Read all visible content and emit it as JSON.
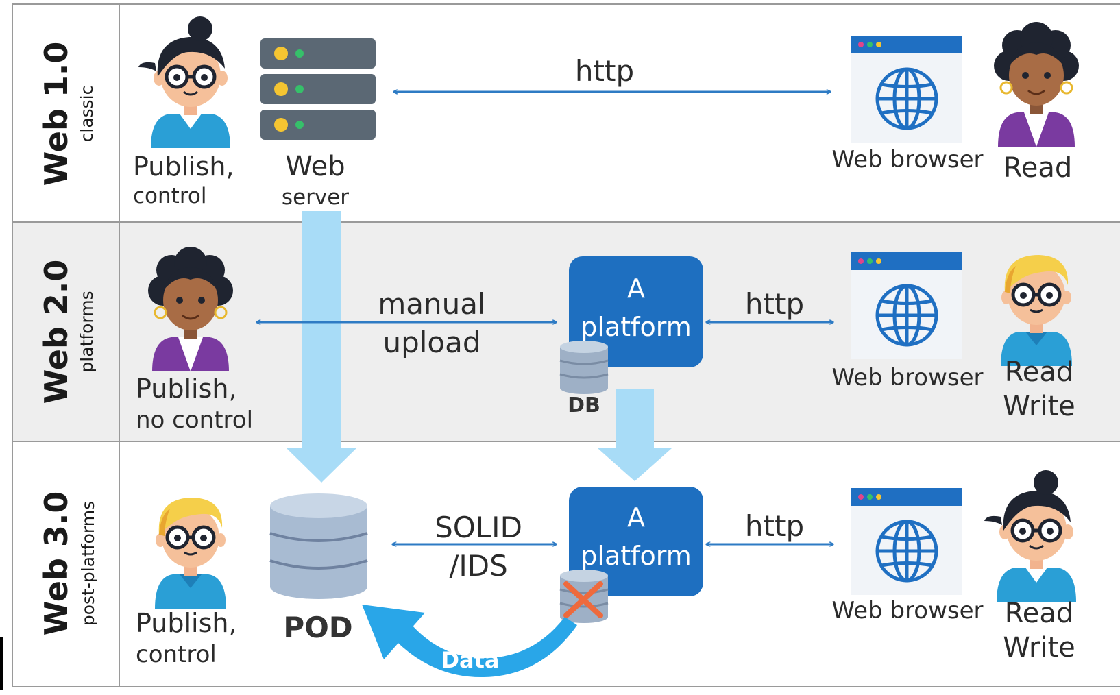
{
  "colors": {
    "arrow_blue": "#2e7bc4",
    "platform_blue": "#1e6fc0",
    "light_flow_blue": "#a8dcf7",
    "data_arrow_blue": "#29a6e8",
    "row2_background": "#eeeeee",
    "border_gray": "#9a9a9a",
    "db_gray": "#b7c7da",
    "server_gray": "#5b6874",
    "x_mark_orange": "#ee6a3d"
  },
  "rows": [
    {
      "title": "Web 1.0",
      "subtitle": "classic",
      "publisher": {
        "line1": "Publish,",
        "line2": "control",
        "avatar": "woman-bun-glasses"
      },
      "server_label": {
        "line1": "Web",
        "line2": "server"
      },
      "link_label": "http",
      "browser_label": "Web browser",
      "reader": {
        "line1": "Read",
        "line2": "",
        "avatar": "woman-curly-hair"
      }
    },
    {
      "title": "Web 2.0",
      "subtitle": "platforms",
      "publisher": {
        "line1": "Publish,",
        "line2": "no control",
        "avatar": "woman-curly-hair"
      },
      "upload_label": {
        "line1": "manual",
        "line2": "upload"
      },
      "platform_label": {
        "line1": "A",
        "line2": "platform"
      },
      "db_label": "DB",
      "link_label": "http",
      "browser_label": "Web browser",
      "reader": {
        "line1": "Read",
        "line2": "Write",
        "avatar": "boy-blond-glasses"
      }
    },
    {
      "title": "Web 3.0",
      "subtitle": "post-platforms",
      "publisher": {
        "line1": "Publish,",
        "line2": "control",
        "avatar": "boy-blond-glasses"
      },
      "pod_label": "POD",
      "protocol_label": {
        "line1": "SOLID",
        "line2": "/IDS"
      },
      "platform_label": {
        "line1": "A",
        "line2": "platform"
      },
      "data_label": "Data",
      "link_label": "http",
      "browser_label": "Web browser",
      "reader": {
        "line1": "Read",
        "line2": "Write",
        "avatar": "woman-bun-glasses"
      }
    }
  ]
}
